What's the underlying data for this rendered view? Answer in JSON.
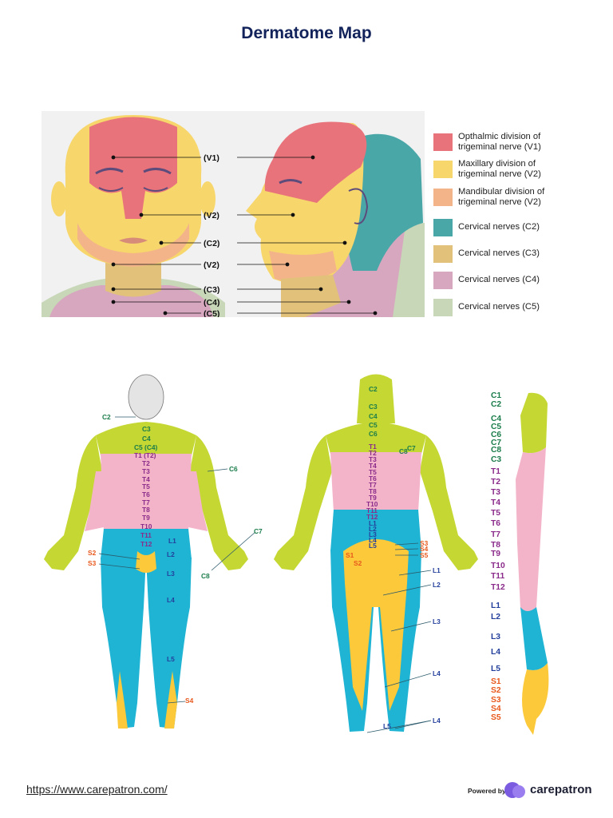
{
  "title": "Dermatome Map",
  "colors": {
    "v1": "#e8737b",
    "v2": "#f7d66b",
    "mandibular": "#f4b48a",
    "c2": "#4aa7a8",
    "c3": "#e2c27a",
    "c4": "#d7a7bf",
    "c5": "#c7d7b7",
    "skin_cervical": "#c5d733",
    "thoracic": "#f3b4c9",
    "lumbar": "#1fb4d4",
    "sacral": "#fcc93a",
    "head": "#e4e4e4",
    "label_cervical": "#1a7c4a",
    "label_thoracic": "#8a2a8a",
    "label_lumbar": "#233f9c",
    "label_sacral": "#e8581c"
  },
  "head_labels": {
    "v1": "(V1)",
    "v2_upper": "(V2)",
    "c2": "(C2)",
    "v2_lower": "(V2)",
    "c3": "(C3)",
    "c4": "(C4)",
    "c5": "(C5)"
  },
  "legend": [
    {
      "color": "#e8737b",
      "line1": "Opthalmic division of",
      "line2": "trigeminal nerve (V1)"
    },
    {
      "color": "#f7d66b",
      "line1": "Maxillary division of",
      "line2": "trigeminal nerve (V2)"
    },
    {
      "color": "#f4b48a",
      "line1": "Mandibular division of",
      "line2": "trigeminal nerve (V2)"
    },
    {
      "color": "#4aa7a8",
      "line1": "Cervical nerves (C2)",
      "line2": ""
    },
    {
      "color": "#e2c27a",
      "line1": "Cervical nerves (C3)",
      "line2": ""
    },
    {
      "color": "#d7a7bf",
      "line1": "Cervical nerves (C4)",
      "line2": ""
    },
    {
      "color": "#c7d7b7",
      "line1": "Cervical nerves (C5)",
      "line2": ""
    }
  ],
  "front_labels": {
    "c2": "C2",
    "c3": "C3",
    "c4": "C4",
    "c5c4": "C5 (C4)",
    "t1t2": "T1 (T2)",
    "t2": "T2",
    "t3": "T3",
    "t4": "T4",
    "t5": "T5",
    "t6": "T6",
    "t7": "T7",
    "t8": "T8",
    "t9": "T9",
    "t10": "T10",
    "t11": "T11",
    "t12": "T12",
    "c6": "C6",
    "c7": "C7",
    "c8": "C8",
    "l1": "L1",
    "l2": "L2",
    "l3": "L3",
    "l4": "L4",
    "l5": "L5",
    "s2": "S2",
    "s3": "S3",
    "s4": "S4"
  },
  "back_labels": {
    "c2": "C2",
    "c3": "C3",
    "c4": "C4",
    "c5": "C5",
    "c6": "C6",
    "c7": "C7",
    "c8": "C8",
    "t1": "T1",
    "t2": "T2",
    "t3": "T3",
    "t4": "T4",
    "t5": "T5",
    "t6": "T6",
    "t7": "T7",
    "t8": "T8",
    "t9": "T9",
    "t10": "T10",
    "t11": "T11",
    "t12": "T12",
    "l1": "L1",
    "l2": "L2",
    "l3": "L3",
    "l4": "L4",
    "l5": "L5",
    "s1": "S1",
    "s2": "S2",
    "s3": "S3",
    "s4": "S4",
    "s5": "S5",
    "r_l1": "L1",
    "r_l2": "L2",
    "r_l3": "L3",
    "r_l4": "L4",
    "r_l4b": "L4",
    "r_l5": "L5"
  },
  "spine_labels": {
    "cervical": [
      "C1",
      "C2",
      "C4",
      "C5",
      "C6",
      "C7",
      "C8",
      "C3"
    ],
    "thoracic": [
      "T1",
      "T2",
      "T3",
      "T4",
      "T5",
      "T6",
      "T7",
      "T8",
      "T9",
      "T10",
      "T11",
      "T12"
    ],
    "lumbar": [
      "L1",
      "L2",
      "L3",
      "L4",
      "L5"
    ],
    "sacral": [
      "S1",
      "S2",
      "S3",
      "S4",
      "S5"
    ]
  },
  "footer": {
    "url": "https://www.carepatron.com/",
    "powered_by": "Powered by",
    "brand": "carepatron"
  }
}
